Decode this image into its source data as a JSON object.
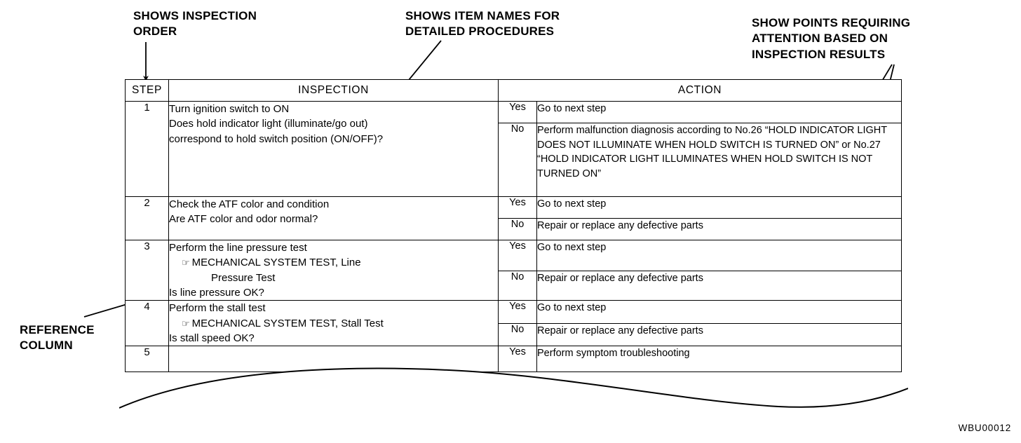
{
  "annotations": {
    "order": "SHOWS INSPECTION\nORDER",
    "item_names": "SHOWS ITEM NAMES FOR\nDETAILED PROCEDURES",
    "attention_points": "SHOW POINTS REQUIRING\nATTENTION BASED ON\nINSPECTION RESULTS",
    "reference_column": "REFERENCE\nCOLUMN"
  },
  "table": {
    "headers": {
      "step": "STEP",
      "inspection": "INSPECTION",
      "action": "ACTION"
    },
    "rows": [
      {
        "step": "1",
        "inspection_lines": [
          "Turn ignition switch to ON",
          "Does hold indicator light (illuminate/go out)",
          "correspond to hold switch position (ON/OFF)?"
        ],
        "results": [
          {
            "label": "Yes",
            "action": "Go to next step"
          },
          {
            "label": "No",
            "action": "Perform malfunction diagnosis according to No.26 “HOLD INDICATOR LIGHT DOES NOT ILLUMINATE WHEN HOLD SWITCH IS TURNED ON” or No.27 “HOLD INDICATOR LIGHT ILLUMINATES WHEN HOLD SWITCH IS NOT TURNED ON”"
          }
        ]
      },
      {
        "step": "2",
        "inspection_lines": [
          "Check the ATF color and condition",
          "Are ATF color and odor normal?"
        ],
        "results": [
          {
            "label": "Yes",
            "action": "Go to next step"
          },
          {
            "label": "No",
            "action": "Repair or replace any defective parts"
          }
        ]
      },
      {
        "step": "3",
        "inspection_lines": [
          "Perform the line pressure test"
        ],
        "reference": "MECHANICAL SYSTEM TEST, Line",
        "reference_cont": "Pressure Test",
        "question": "Is line pressure OK?",
        "results": [
          {
            "label": "Yes",
            "action": "Go to next step"
          },
          {
            "label": "No",
            "action": "Repair or replace any defective parts"
          }
        ]
      },
      {
        "step": "4",
        "inspection_lines": [
          "Perform the stall test"
        ],
        "reference": "MECHANICAL SYSTEM TEST, Stall Test",
        "reference_cont": "",
        "question": "Is stall speed OK?",
        "results": [
          {
            "label": "Yes",
            "action": "Go to next step"
          },
          {
            "label": "No",
            "action": "Repair or replace any defective parts"
          }
        ]
      },
      {
        "step": "5",
        "inspection_lines": [],
        "results": [
          {
            "label": "Yes",
            "action": "Perform symptom troubleshooting"
          }
        ]
      }
    ],
    "reference_icon": "☞"
  },
  "footer": {
    "code": "WBU00012"
  }
}
